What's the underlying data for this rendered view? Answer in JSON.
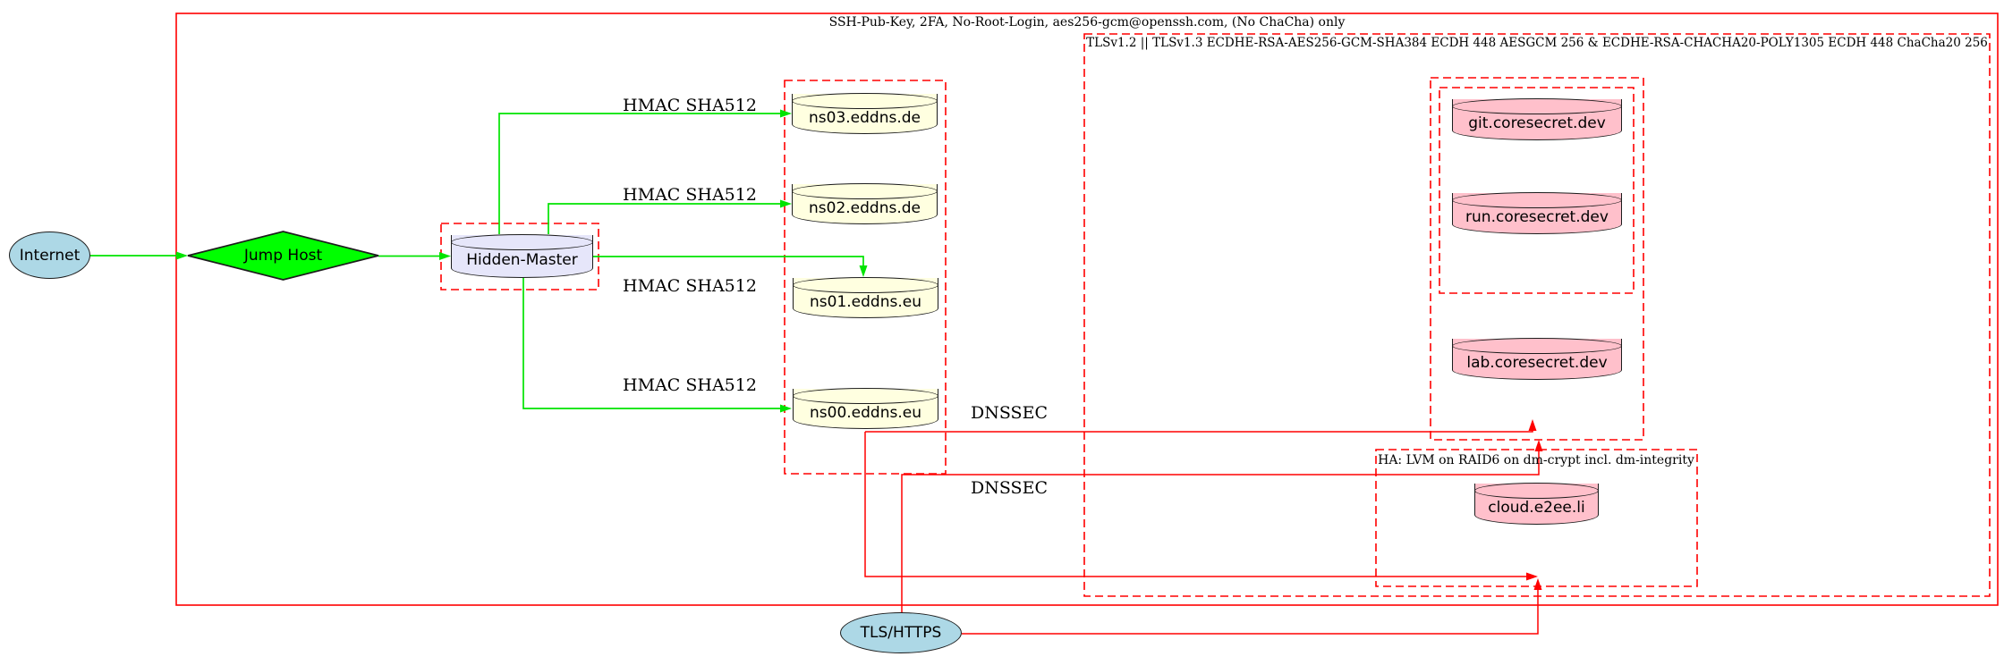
{
  "clusters": {
    "ssh": {
      "label": "SSH-Pub-Key, 2FA, No-Root-Login, aes256-gcm@openssh.com, (No ChaCha) only"
    },
    "tls": {
      "label": "TLSv1.2 || TLSv1.3 ECDHE-RSA-AES256-GCM-SHA384 ECDH 448 AESGCM 256 & ECDHE-RSA-CHACHA20-POLY1305 ECDH 448 ChaCha20 256"
    },
    "ha": {
      "label": "HA: LVM on RAID6 on dm-crypt incl. dm-integrity"
    }
  },
  "nodes": {
    "internet": {
      "label": "Internet"
    },
    "jump_host": {
      "label": "Jump Host"
    },
    "hidden_master": {
      "label": "Hidden-Master"
    },
    "ns03": {
      "label": "ns03.eddns.de"
    },
    "ns02": {
      "label": "ns02.eddns.de"
    },
    "ns01": {
      "label": "ns01.eddns.eu"
    },
    "ns00": {
      "label": "ns00.eddns.eu"
    },
    "git": {
      "label": "git.coresecret.dev"
    },
    "run": {
      "label": "run.coresecret.dev"
    },
    "lab": {
      "label": "lab.coresecret.dev"
    },
    "cloud": {
      "label": "cloud.e2ee.li"
    },
    "tls_https": {
      "label": "TLS/HTTPS"
    }
  },
  "edge_labels": {
    "hmac_ns03": "HMAC SHA512",
    "hmac_ns02": "HMAC SHA512",
    "hmac_ns01": "HMAC SHA512",
    "hmac_ns00": "HMAC SHA512",
    "dnssec_1": "DNSSEC",
    "dnssec_2": "DNSSEC"
  },
  "colors": {
    "cluster_border_red": "#ff0000",
    "edge_green": "#00e400",
    "edge_red": "#ff0000",
    "internet_fill": "#add8e6",
    "jump_host_fill": "#00ff00",
    "hidden_master_fill": "#e6e6fa",
    "dns_node_fill": "#ffffe0",
    "web_node_fill": "#ffc0cb",
    "tls_https_fill": "#add8e6",
    "node_border": "#1c1c1c"
  }
}
